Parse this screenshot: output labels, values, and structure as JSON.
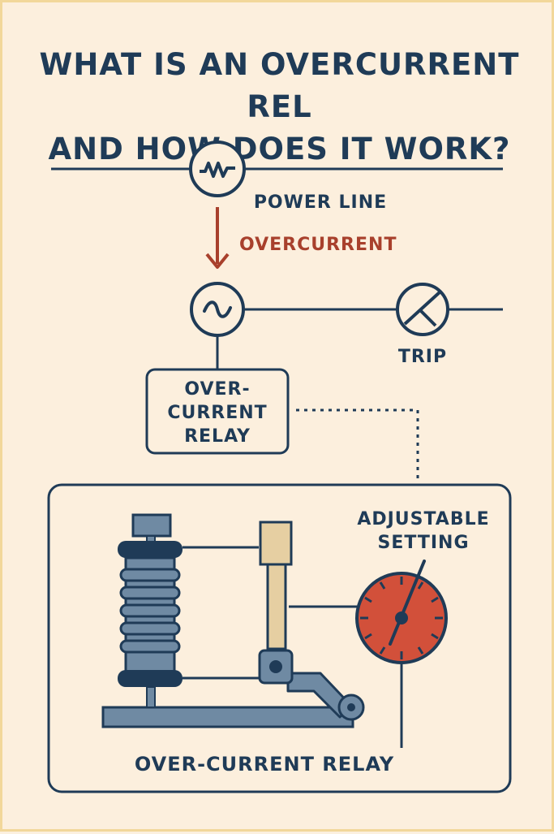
{
  "title": {
    "line1": "WHAT IS AN OVERCURRENT REL",
    "line2": "AND HOW DOES IT WORK?"
  },
  "labels": {
    "power_line": "POWER LINE",
    "overcurrent": "OVERCURRENT",
    "trip": "TRIP",
    "relay_box_line1": "OVER-",
    "relay_box_line2": "CURRENT",
    "relay_box_line3": "RELAY",
    "adjustable_line1": "ADJUSTABLE",
    "adjustable_line2": "SETTING",
    "bottom_caption": "OVER-CURRENT RELAY"
  },
  "colors": {
    "navy": "#1f3b57",
    "red_arrow": "#a8402c",
    "dial_red": "#d2503a",
    "steel": "#6f8aa3",
    "bar_tan": "#e6cfa2",
    "background": "#fcefdd"
  },
  "icons": {
    "power_line_symbol": "resistor-circle-icon",
    "ac_source": "ac-source-icon",
    "trip_breaker": "breaker-icon",
    "dial": "gauge-icon"
  }
}
